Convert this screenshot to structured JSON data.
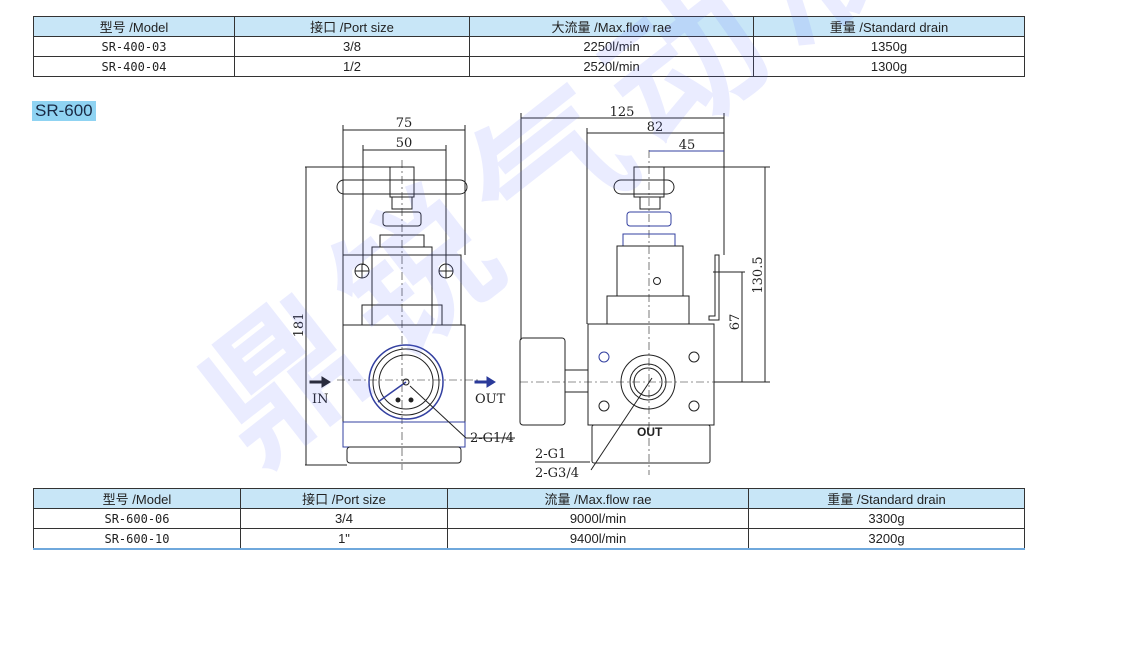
{
  "table_sr400": {
    "headers": [
      "型号 /Model",
      "接口 /Port size",
      "大流量 /Max.flow rae",
      "重量 /Standard drain"
    ],
    "rows": [
      [
        "SR-400-03",
        "3/8",
        "2250l/min",
        "1350g"
      ],
      [
        "SR-400-04",
        "1/2",
        "2520l/min",
        "1300g"
      ]
    ]
  },
  "section_title": "SR-600",
  "drawing": {
    "dims": {
      "w75": "75",
      "w50": "50",
      "h181": "181",
      "w125": "125",
      "w82": "82",
      "w45": "45",
      "h130": "130.5",
      "h67": "67"
    },
    "labels": {
      "in": "IN",
      "out": "OUT",
      "port_g14": "2-G1/4",
      "port_g1": "2-G1",
      "port_g34": "2-G3/4",
      "body_out": "OUT"
    }
  },
  "table_sr600": {
    "headers": [
      "型号 /Model",
      "接口 /Port size",
      "流量 /Max.flow rae",
      "重量 /Standard drain"
    ],
    "rows": [
      [
        "SR-600-06",
        "3/4",
        "9000l/min",
        "3300g"
      ],
      [
        "SR-600-10",
        "1\"",
        "9400l/min",
        "3200g"
      ]
    ]
  },
  "watermark": "鼎锐气动液压"
}
